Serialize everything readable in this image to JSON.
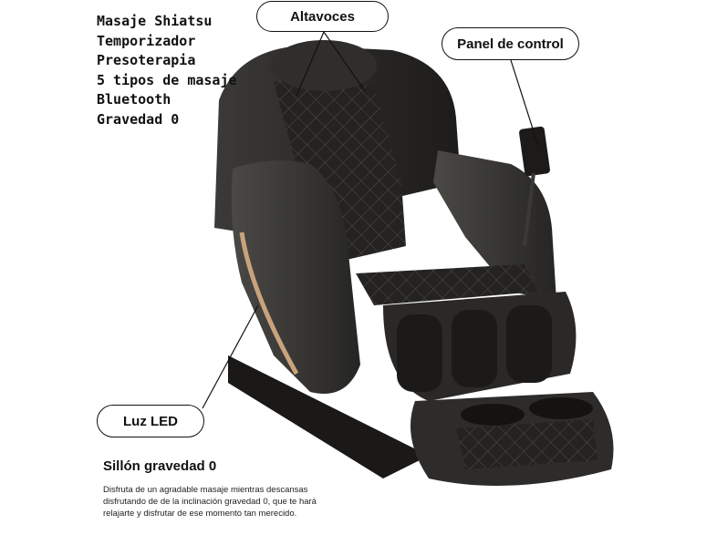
{
  "features": [
    "Masaje Shiatsu",
    "Temporizador",
    "Presoterapia",
    "5 tipos de masaje",
    "Bluetooth",
    "Gravedad 0"
  ],
  "callouts": {
    "speakers": "Altavoces",
    "control_panel": "Panel de control",
    "led_light": "Luz LED"
  },
  "product": {
    "title": "Sillón gravedad 0",
    "description": "Disfruta de un agradable masaje mientras descansas disfrutando de de la inclinación gravedad 0, que te hará relajarte y disfrutar de ese momento tan merecido."
  },
  "colors": {
    "chair_body": "#2e2d2b",
    "chair_dark": "#1b1a19",
    "led_accent": "#c9a37c"
  }
}
